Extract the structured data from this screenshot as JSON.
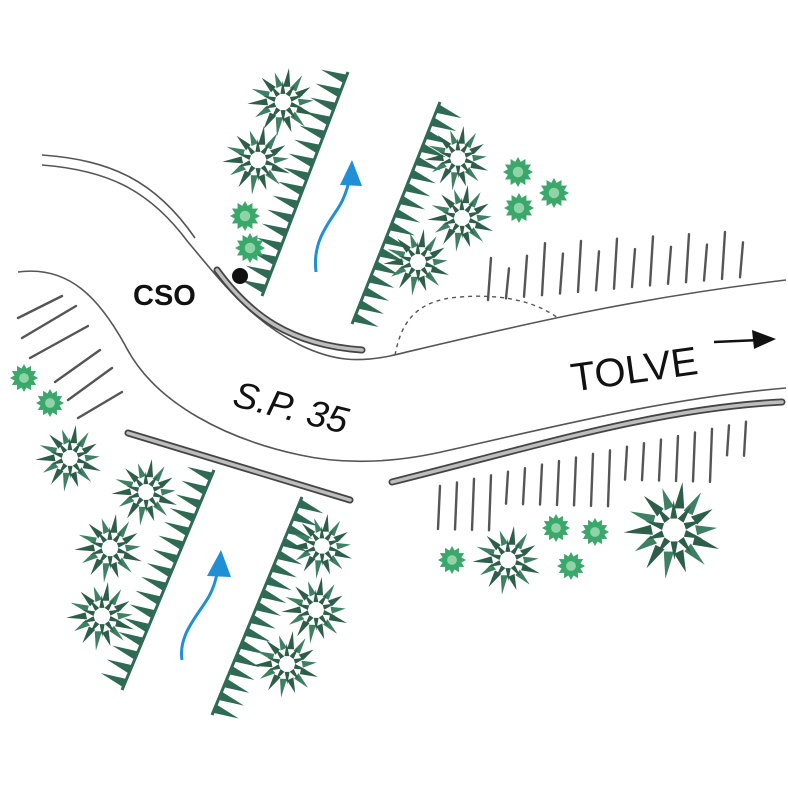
{
  "map": {
    "station_label": "CSO",
    "road_label": "S.P. 35",
    "destination_label": "TOLVE",
    "destination_arrow": "→"
  },
  "legend_colors": {
    "tree": "#2d5e4a",
    "shrub": "#3aa86a",
    "flow": "#1f8fd6",
    "slope": "#2f6a55",
    "road_edge": "#555555"
  }
}
